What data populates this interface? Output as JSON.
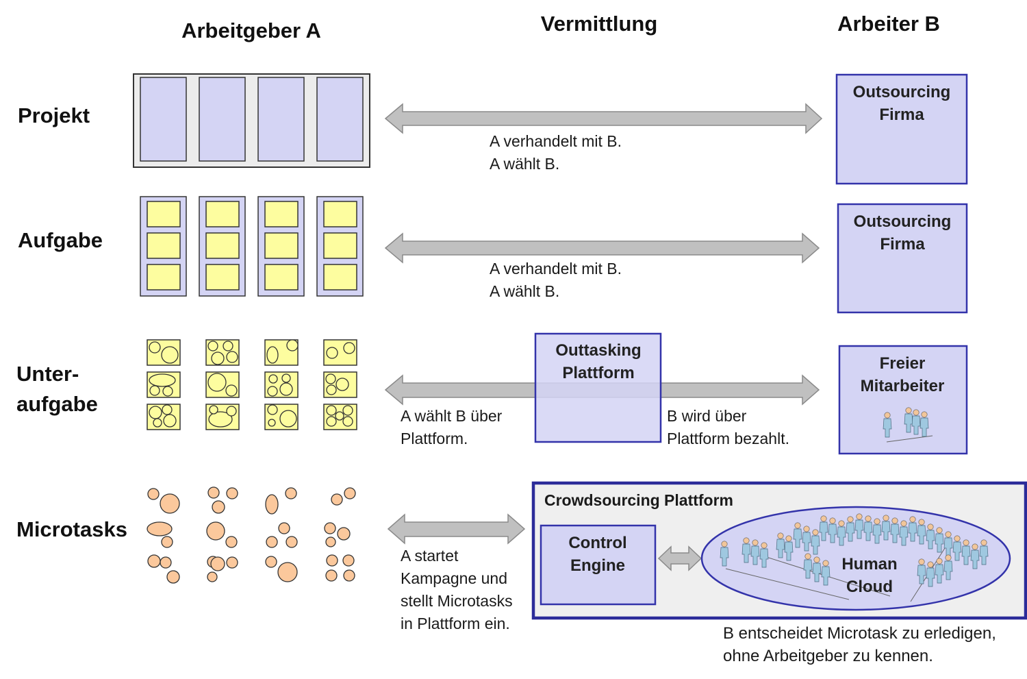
{
  "headers": {
    "employer": "Arbeitgeber A",
    "mediation": "Vermittlung",
    "worker": "Arbeiter B"
  },
  "rows": {
    "project": {
      "label": "Projekt",
      "worker_box": [
        "Outsourcing",
        "Firma"
      ],
      "note": [
        "A verhandelt mit B.",
        "A wählt B."
      ]
    },
    "task": {
      "label": "Aufgabe",
      "worker_box": [
        "Outsourcing",
        "Firma"
      ],
      "note": [
        "A verhandelt mit B.",
        "A wählt B."
      ]
    },
    "subtask": {
      "label": [
        "Unter-",
        "aufgabe"
      ],
      "platform_box": [
        "Outtasking",
        "Plattform"
      ],
      "worker_box": [
        "Freier",
        "Mitarbeiter"
      ],
      "note_left": [
        "A wählt B über",
        "Plattform."
      ],
      "note_right": [
        "B wird über",
        "Plattform bezahlt."
      ]
    },
    "microtasks": {
      "label": "Microtasks",
      "platform_title": "Crowdsourcing Plattform",
      "engine_box": [
        "Control",
        "Engine"
      ],
      "cloud_label": [
        "Human",
        "Cloud"
      ],
      "note_left": [
        "A startet",
        "Kampagne und",
        "stellt Microtasks",
        "in Plattform ein."
      ],
      "note_bottom": [
        "B entscheidet Microtask zu erledigen,",
        "ohne Arbeitgeber zu kennen."
      ]
    }
  },
  "colors": {
    "box_fill": "#d4d4f4",
    "box_stroke": "#3333aa",
    "yellow": "#fdfd9f",
    "orange": "#fbc89c",
    "arrow": "#c0c0c0",
    "person": "#9fc8e0"
  }
}
